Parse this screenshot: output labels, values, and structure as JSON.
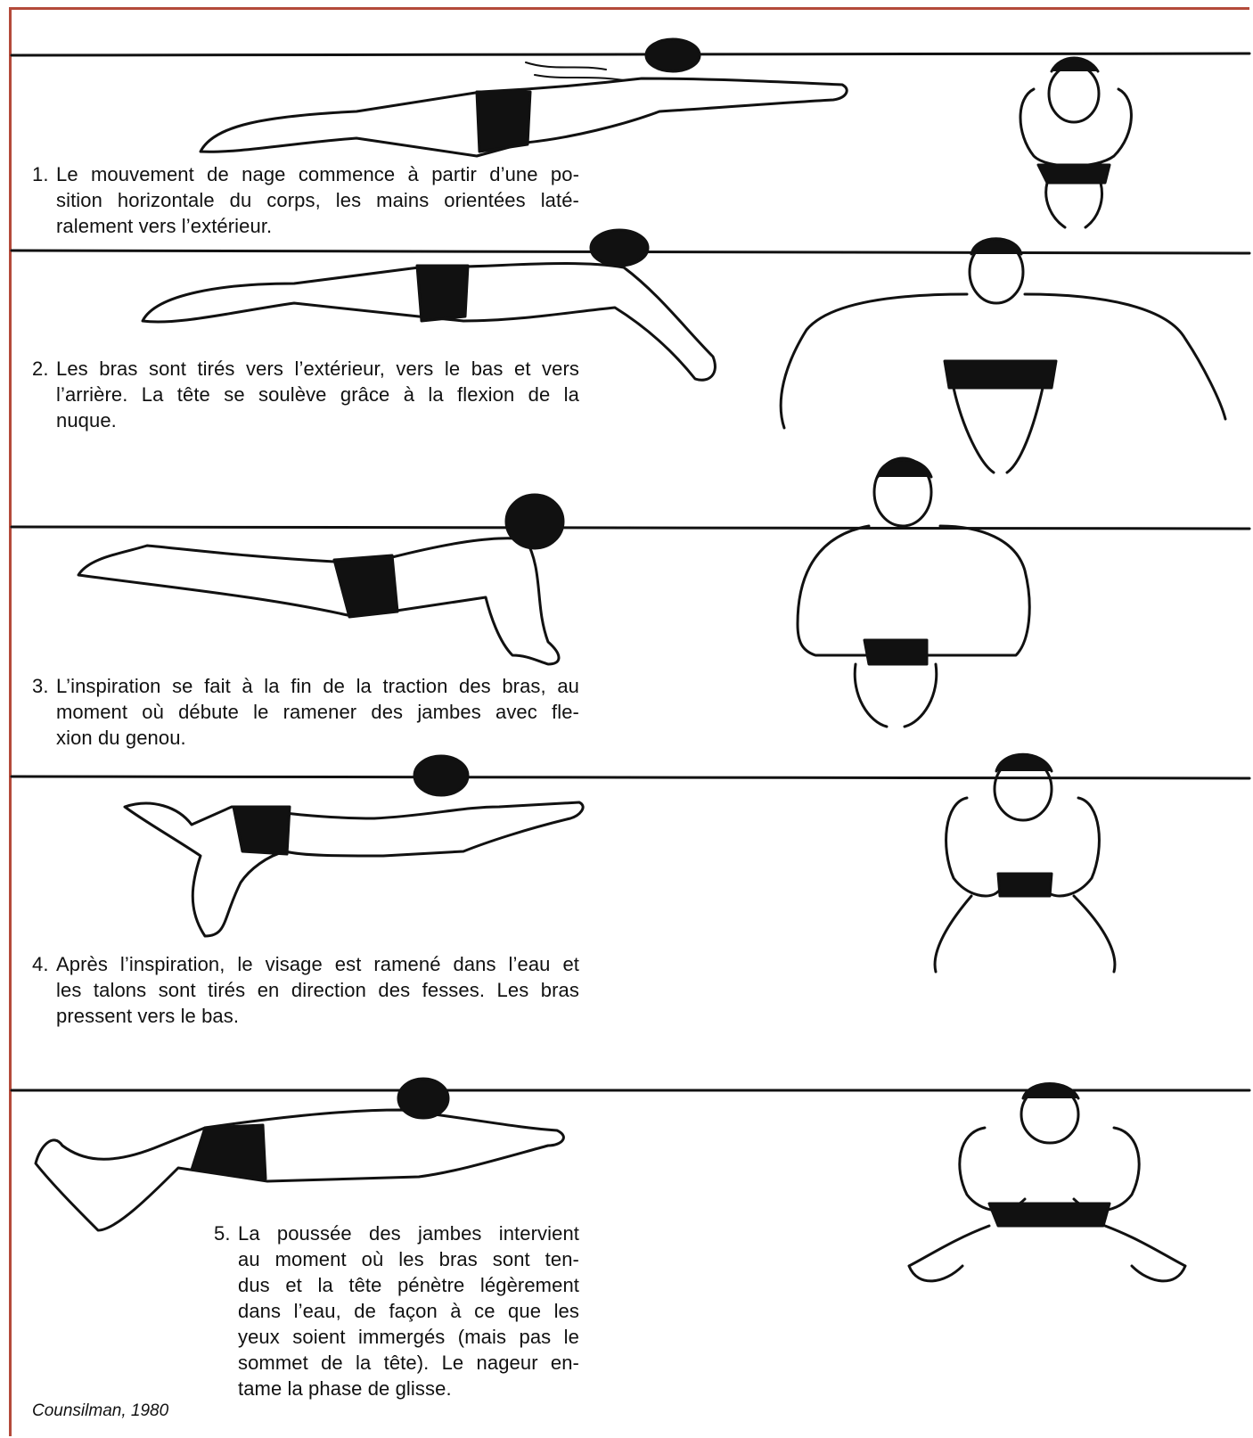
{
  "steps": [
    {
      "number": "1.",
      "lines": [
        "Le mouvement de nage commence à partir d’une po-",
        "sition horizontale du corps, les mains orientées laté-",
        "ralement vers l’extérieur."
      ]
    },
    {
      "number": "2.",
      "lines": [
        "Les bras sont tirés vers l’extérieur, vers le bas et vers",
        "l’arrière. La tête se soulève grâce à la flexion de la",
        "nuque."
      ]
    },
    {
      "number": "3.",
      "lines": [
        "L’inspiration se fait à la fin de la traction des bras, au",
        "moment où débute le ramener des jambes avec fle-",
        "xion du genou."
      ]
    },
    {
      "number": "4.",
      "lines": [
        "Après l’inspiration, le visage est ramené dans l’eau et",
        "les talons sont tirés en direction des fesses. Les bras",
        "pressent vers le bas."
      ]
    },
    {
      "number": "5.",
      "lines": [
        "La poussée des jambes intervient",
        "au moment où les bras sont ten-",
        "dus et la tête pénètre légèrement",
        "dans l’eau, de façon à ce que les",
        "yeux soient immergés (mais pas le",
        "sommet de la tête). Le nageur en-",
        "tame la phase de glisse."
      ]
    }
  ],
  "source": "Counsilman, 1980",
  "colors": {
    "frame": "#b44a3a",
    "ink": "#111111"
  }
}
